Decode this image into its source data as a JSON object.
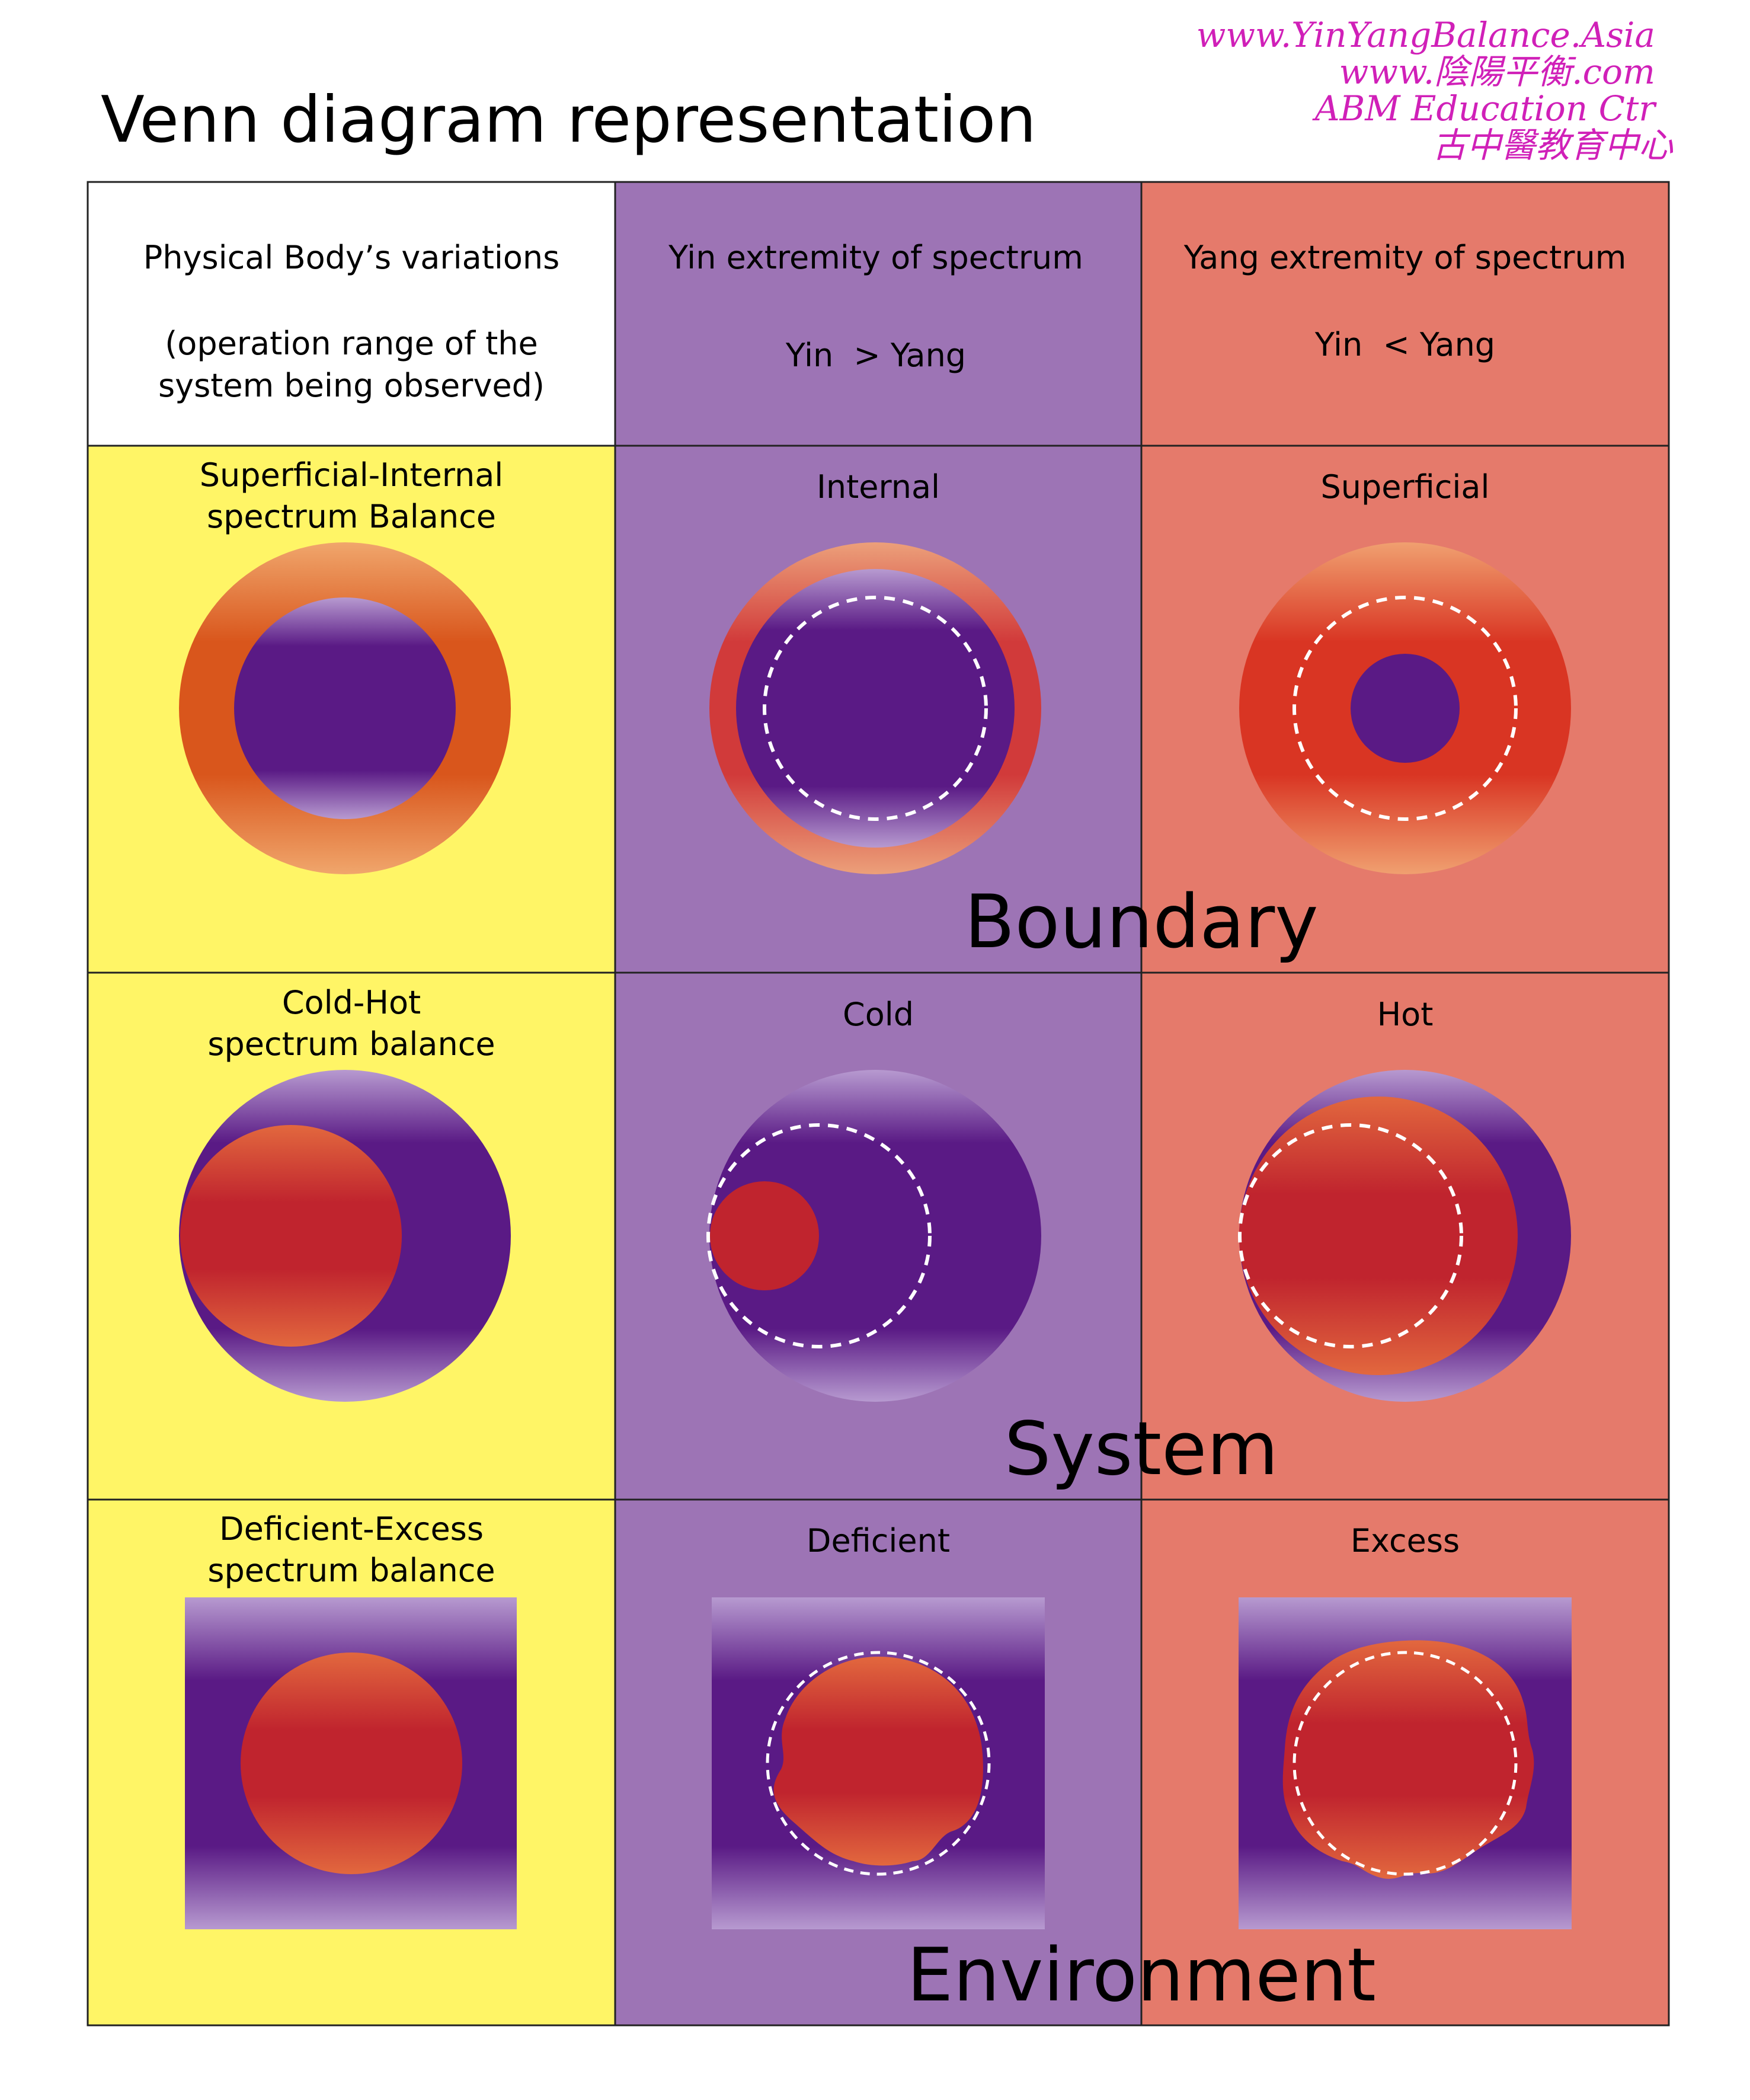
{
  "title": "Venn diagram representation",
  "watermark": [
    "www.YinYangBalance.Asia",
    "www.陰陽平衡.com",
    "ABM Education Ctr",
    "古中醫教育中心"
  ],
  "headers": {
    "col1": {
      "line1": "Physical Body’s variations",
      "line2": "(operation range of the",
      "line3": "system being observed)"
    },
    "col2": {
      "line1": "Yin extremity of spectrum",
      "line2": "Yin  > Yang"
    },
    "col3": {
      "line1": "Yang extremity of spectrum",
      "line2": "Yin  < Yang"
    }
  },
  "rows": [
    {
      "balance": [
        "Superficial-Internal",
        "spectrum Balance"
      ],
      "yin": "Internal",
      "yang": "Superficial",
      "overlay": "Boundary"
    },
    {
      "balance": [
        "Cold-Hot",
        "spectrum balance"
      ],
      "yin": "Cold",
      "yang": "Hot",
      "overlay": "System"
    },
    {
      "balance": [
        "Deficient-Excess",
        "spectrum balance"
      ],
      "yin": "Deficient",
      "yang": "Excess",
      "overlay": "Environment"
    }
  ],
  "colors": {
    "balance_bg": "#fff566",
    "yin_bg": "#9d74b5",
    "yang_bg": "#e57a6b",
    "yin_core": "#5a1a85",
    "yang_core": "#c0242e",
    "ring_orange": "#d9561c",
    "ring_red": "#d93523"
  }
}
